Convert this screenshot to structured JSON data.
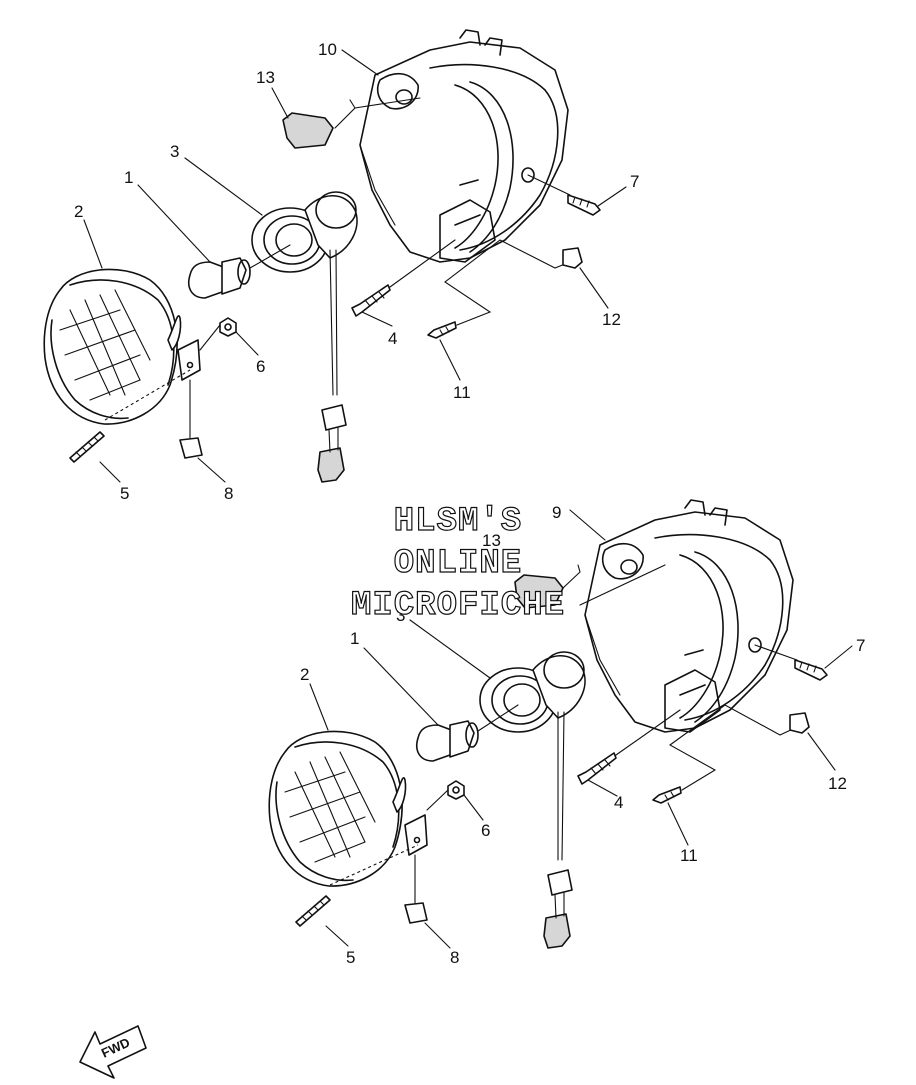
{
  "watermark": {
    "line1": "HLSM'S",
    "line2": "ONLINE",
    "line3": "MICROFICHE"
  },
  "direction_arrow": {
    "label": "FWD",
    "icon": "fwd-arrow-icon"
  },
  "upper_assembly": {
    "callouts": {
      "bulb": "1",
      "lens_unit": "2",
      "socket": "3",
      "screw_4": "4",
      "spring_screw": "5",
      "nut": "6",
      "screw_7": "7",
      "clip_8": "8",
      "housing": "10",
      "screw_11": "11",
      "clip_12": "12",
      "rubber_13": "13"
    }
  },
  "lower_assembly": {
    "callouts": {
      "bulb": "1",
      "lens_unit": "2",
      "socket": "3",
      "screw_4": "4",
      "spring_screw": "5",
      "nut": "6",
      "screw_7": "7",
      "clip_8": "8",
      "housing": "9",
      "screw_11": "11",
      "clip_12": "12",
      "rubber_13": "13"
    }
  }
}
